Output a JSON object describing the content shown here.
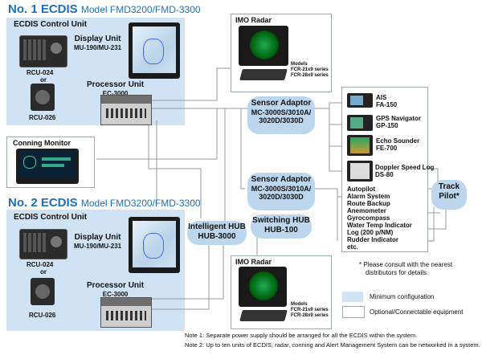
{
  "no1": {
    "title": "No. 1 ECDIS",
    "model": "Model FMD3200/FMD-3300"
  },
  "no2": {
    "title": "No. 2 ECDIS",
    "model": "Model FMD3200/FMD-3300"
  },
  "ecdis_control_unit": "ECDIS Control Unit",
  "rcu024": "RCU-024",
  "or": "or",
  "rcu026": "RCU-026",
  "display_unit": {
    "name": "Display Unit",
    "models": "MU-190/MU-231"
  },
  "processor_unit": {
    "name": "Processor Unit",
    "model": "EC-3000"
  },
  "conning_monitor": "Conning Monitor",
  "imo_radar": "IMO Radar",
  "radar_models": [
    "Models",
    "FCR-21x9 series",
    "FCR-28x9 series"
  ],
  "sensor_adaptor": {
    "name": "Sensor Adaptor",
    "models": [
      "MC-3000S/3010A/",
      "3020D/3030D"
    ]
  },
  "switching_hub": {
    "name": "Switching HUB",
    "model": "HUB-100"
  },
  "intelligent_hub": {
    "name": "Intelligent HUB",
    "model": "HUB-3000"
  },
  "sensors": [
    {
      "name": "AIS",
      "model": "FA-150"
    },
    {
      "name": "GPS Navigator",
      "model": "GP-150"
    },
    {
      "name": "Echo Sounder",
      "model": "FE-700"
    },
    {
      "name": "Doppler Speed Log",
      "model": "DS-80"
    }
  ],
  "other_sensors": [
    "Autopilot",
    "Alarm System",
    "Route Backup",
    "Anemometer",
    "Gyrocompass",
    "Water Temp Indicator",
    "Log (200 p/NM)",
    "Rudder Indicator",
    "etc."
  ],
  "track_pilot": [
    "Track",
    "Pilot*"
  ],
  "consult_note": [
    "* Please consult with the nearest",
    "distributors for details."
  ],
  "legend": {
    "min_config": {
      "label": "Minimum configuration",
      "color": "#cfe3f4"
    },
    "optional": {
      "label": "Optional/Connectable equipment",
      "color": "#ffffff"
    }
  },
  "notes": [
    "Note 1: Separate power supply should be arranged for all the ECDIS within the system.",
    "Note 2: Up to ten units of ECDIS, radar, conning and Alert Management System can be networked in a system."
  ]
}
